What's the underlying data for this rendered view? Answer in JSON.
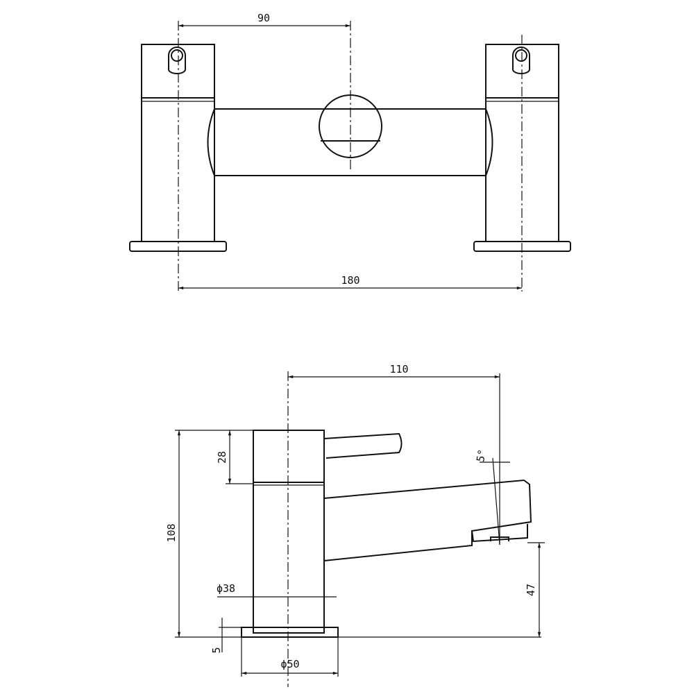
{
  "front_view": {
    "dim_handle_to_center": "90",
    "dim_handle_centers": "180"
  },
  "side_view": {
    "dim_spout_reach": "110",
    "dim_total_height": "108",
    "dim_handle_height": "28",
    "dim_body_diameter": "ϕ38",
    "dim_base_thickness": "5",
    "dim_base_diameter": "ϕ50",
    "dim_spout_height": "47",
    "dim_spout_angle": "5°"
  }
}
